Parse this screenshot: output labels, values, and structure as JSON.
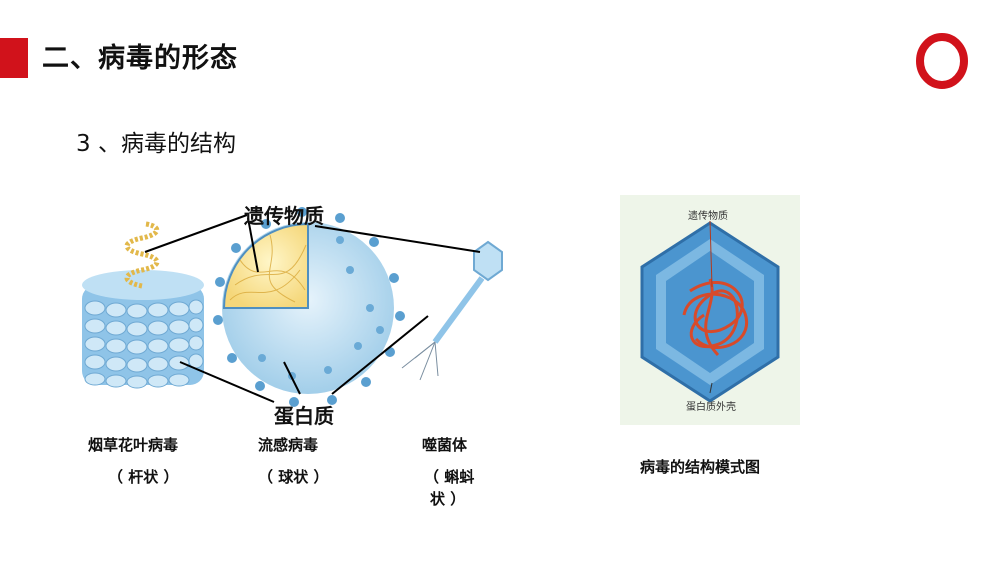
{
  "header": {
    "title": "二、病毒的形态",
    "accent_color": "#d1121b",
    "logo_icon": "red-ring-icon"
  },
  "subtitle": "3 、病毒的结构",
  "figure_left": {
    "label_genetic": "遗传物质",
    "label_protein": "蛋白质",
    "viruses": [
      {
        "name": "烟草花叶病毒",
        "shape": "（ 杆状 ）"
      },
      {
        "name": "流感病毒",
        "shape": "（ 球状 ）"
      },
      {
        "name": "噬菌体",
        "shape_line1": "（ 蝌蚪",
        "shape_line2": "状 ）"
      }
    ]
  },
  "figure_right": {
    "label_top": "遗传物质",
    "label_bottom": "蛋白质外壳",
    "caption": "病毒的结构模式图"
  }
}
